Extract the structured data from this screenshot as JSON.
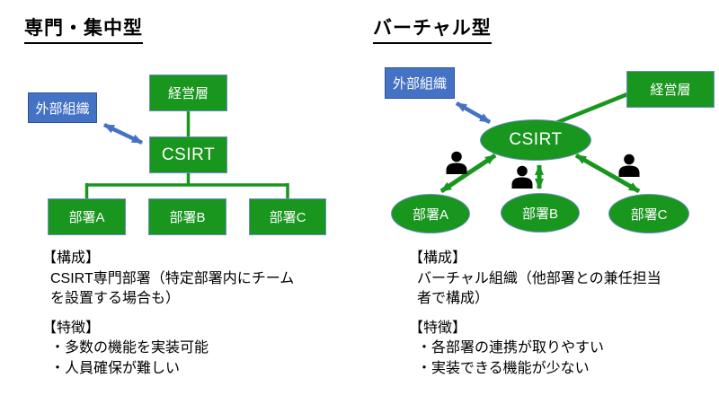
{
  "colors": {
    "green": "#18961E",
    "blue": "#4472C4",
    "blue_border": "#2F528F",
    "shape_border": "#6B8FC2",
    "text_white": "#FFFFFF",
    "text_black": "#000000"
  },
  "left": {
    "title": "専門・集中型",
    "nodes": {
      "management": "経営層",
      "external": "外部組織",
      "csirt": "CSIRT",
      "dept_a": "部署A",
      "dept_b": "部署B",
      "dept_c": "部署C"
    },
    "sections": [
      {
        "heading": "【構成】",
        "lines": [
          "CSIRT専門部署（特定部署内にチーム",
          "を設置する場合も）"
        ]
      },
      {
        "heading": "【特徴】",
        "lines": [
          "・多数の機能を実装可能",
          "・人員確保が難しい"
        ]
      }
    ]
  },
  "right": {
    "title": "バーチャル型",
    "nodes": {
      "management": "経営層",
      "external": "外部組織",
      "csirt": "CSIRT",
      "dept_a": "部署A",
      "dept_b": "部署B",
      "dept_c": "部署C"
    },
    "sections": [
      {
        "heading": "【構成】",
        "lines": [
          "バーチャル組織（他部署との兼任担当",
          "者で構成）"
        ]
      },
      {
        "heading": "【特徴】",
        "lines": [
          "・各部署の連携が取りやすい",
          "・実装できる機能が少ない"
        ]
      }
    ]
  }
}
